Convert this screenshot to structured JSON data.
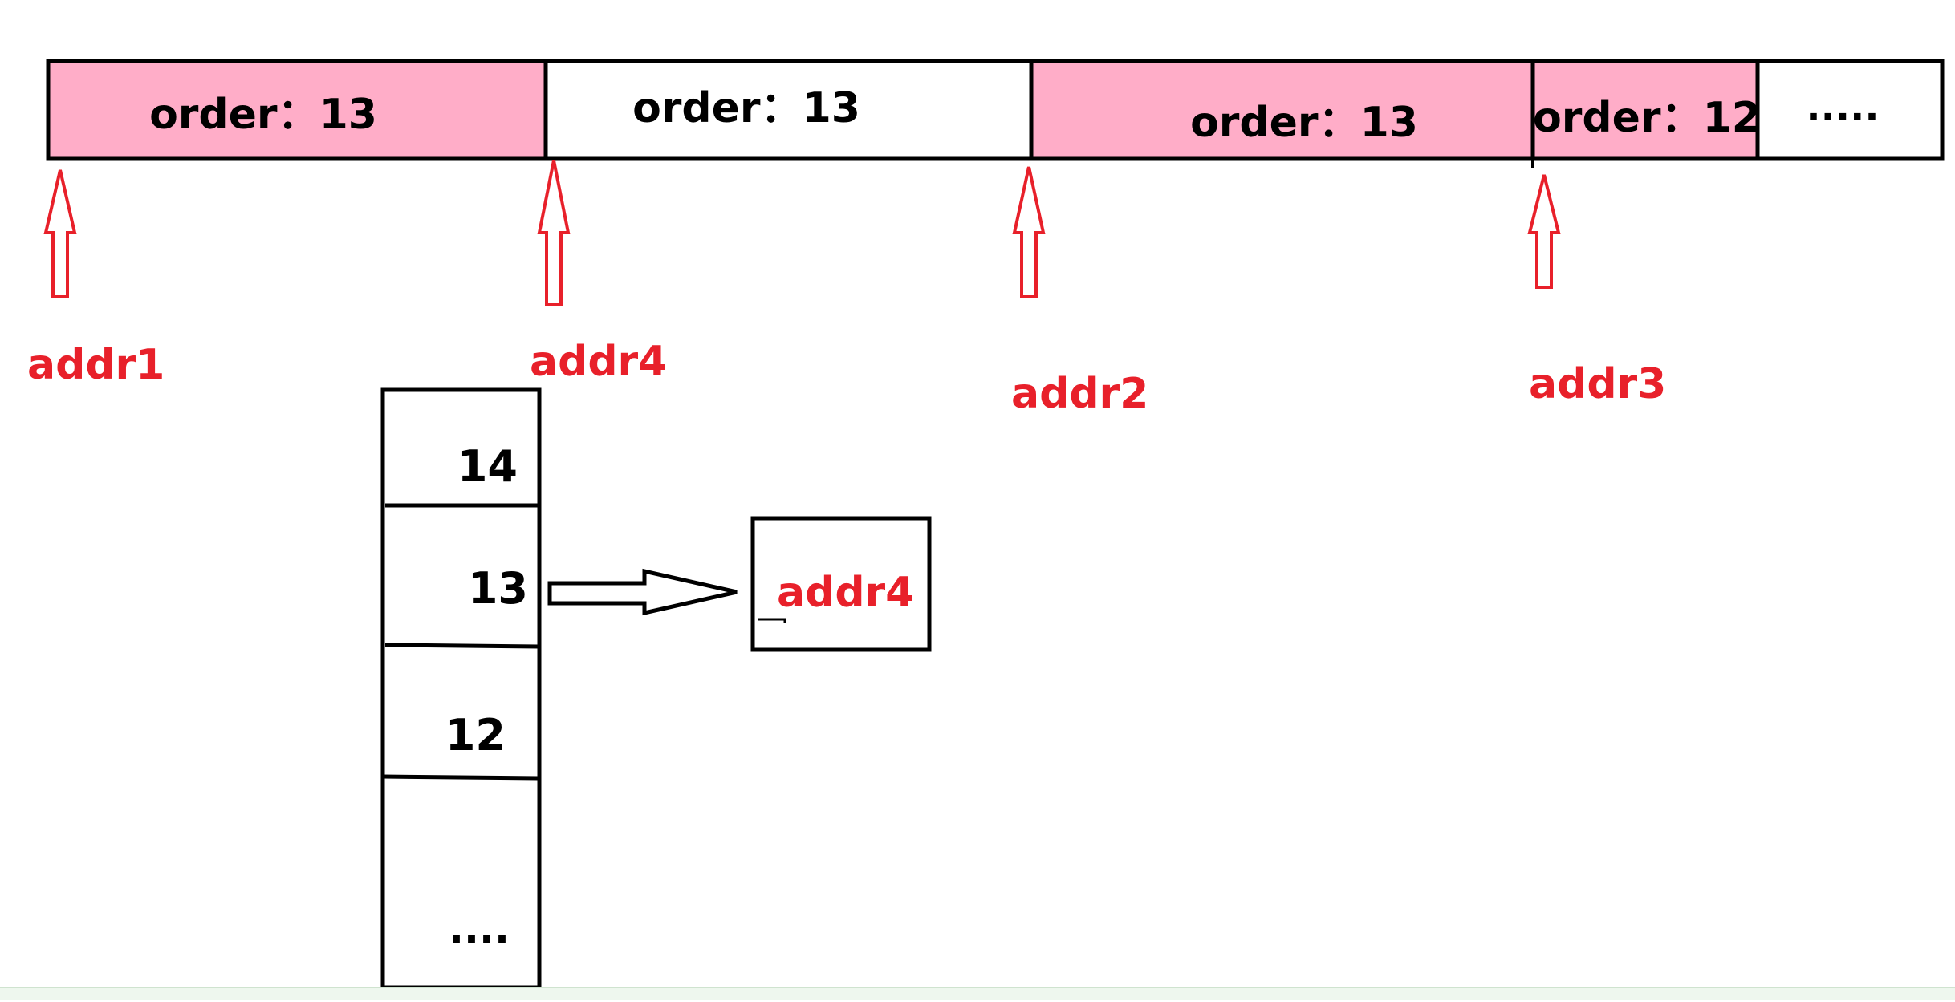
{
  "colors": {
    "pink": "#ffadc8",
    "red": "#e8202a",
    "black": "#000000"
  },
  "blocks": [
    {
      "label": "order：13",
      "filled": true
    },
    {
      "label": "order：13",
      "filled": false
    },
    {
      "label": "order：13",
      "filled": true
    },
    {
      "label": "order：12",
      "filled": true
    },
    {
      "label": ".....",
      "filled": false
    }
  ],
  "addresses": [
    "addr1",
    "addr4",
    "addr2",
    "addr3"
  ],
  "list_cells": [
    "14",
    "13",
    "12",
    "...."
  ],
  "pointer_target": "addr4"
}
